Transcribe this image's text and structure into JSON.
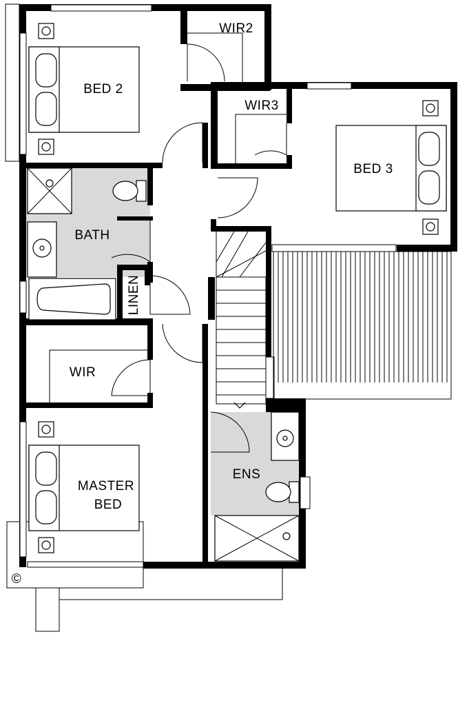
{
  "floorplan": {
    "rooms": {
      "bed2": "BED 2",
      "wir2": "WIR2",
      "wir3": "WIR3",
      "bed3": "BED 3",
      "bath": "BATH",
      "linen": "LINEN",
      "wir": "WIR",
      "master_line1": "MASTER",
      "master_line2": "BED",
      "ens": "ENS"
    },
    "copyright_symbol": "©",
    "colors": {
      "wall": "#000000",
      "wet_area": "#d9d9d9",
      "background": "#ffffff"
    }
  }
}
